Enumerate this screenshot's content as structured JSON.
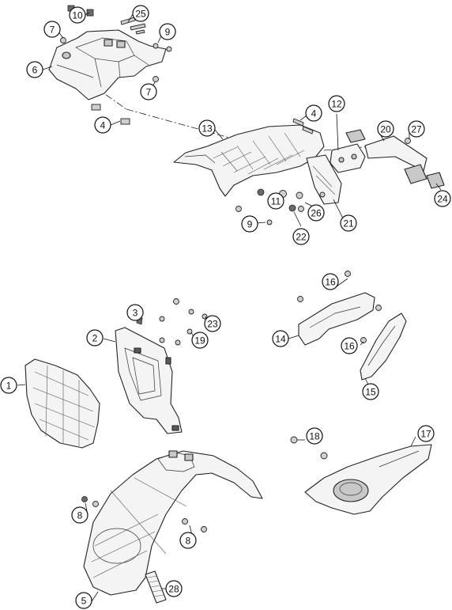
{
  "callouts": [
    {
      "id": "c10a",
      "label": "10"
    },
    {
      "id": "c25",
      "label": "25"
    },
    {
      "id": "c7a",
      "label": "7"
    },
    {
      "id": "c9a",
      "label": "9"
    },
    {
      "id": "c6",
      "label": "6"
    },
    {
      "id": "c7b",
      "label": "7"
    },
    {
      "id": "c4a",
      "label": "4"
    },
    {
      "id": "c4b",
      "label": "4"
    },
    {
      "id": "c12",
      "label": "12"
    },
    {
      "id": "c13",
      "label": "13"
    },
    {
      "id": "c20",
      "label": "20"
    },
    {
      "id": "c27",
      "label": "27"
    },
    {
      "id": "c24",
      "label": "24"
    },
    {
      "id": "c11",
      "label": "11"
    },
    {
      "id": "c26",
      "label": "26"
    },
    {
      "id": "c21",
      "label": "21"
    },
    {
      "id": "c9b",
      "label": "9"
    },
    {
      "id": "c22",
      "label": "22"
    },
    {
      "id": "c3",
      "label": "3"
    },
    {
      "id": "c23",
      "label": "23"
    },
    {
      "id": "c2",
      "label": "2"
    },
    {
      "id": "c19",
      "label": "19"
    },
    {
      "id": "c16a",
      "label": "16"
    },
    {
      "id": "c14",
      "label": "14"
    },
    {
      "id": "c16b",
      "label": "16"
    },
    {
      "id": "c15",
      "label": "15"
    },
    {
      "id": "c1",
      "label": "1"
    },
    {
      "id": "c18",
      "label": "18"
    },
    {
      "id": "c17",
      "label": "17"
    },
    {
      "id": "c8a",
      "label": "8"
    },
    {
      "id": "c8b",
      "label": "8"
    },
    {
      "id": "c5",
      "label": "5"
    },
    {
      "id": "c28",
      "label": "28"
    }
  ]
}
